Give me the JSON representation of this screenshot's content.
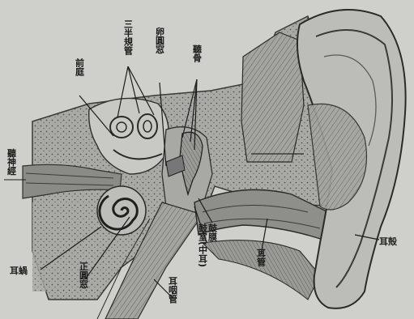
{
  "figure": {
    "colors": {
      "paper": "#cfcfcb",
      "ink": "#1c1c1c",
      "bone": "#9d9d99",
      "soft": "#bcbcb8"
    },
    "labels": {
      "semicircular_canals": "三半規管",
      "oval_window": "卵圓窓",
      "auditory_ossicles": "聽骨",
      "vestibule": "前庭",
      "auditory_nerve": "聽神經",
      "cochlea": "耳蝸",
      "round_window": "正圓窓",
      "eustachian_tube": "耳咽管",
      "eardrum": "鼓膜",
      "tympanic_cavity": "鼓室(中耳)",
      "ear_canal": "耳管",
      "auricle": "耳殻"
    }
  }
}
